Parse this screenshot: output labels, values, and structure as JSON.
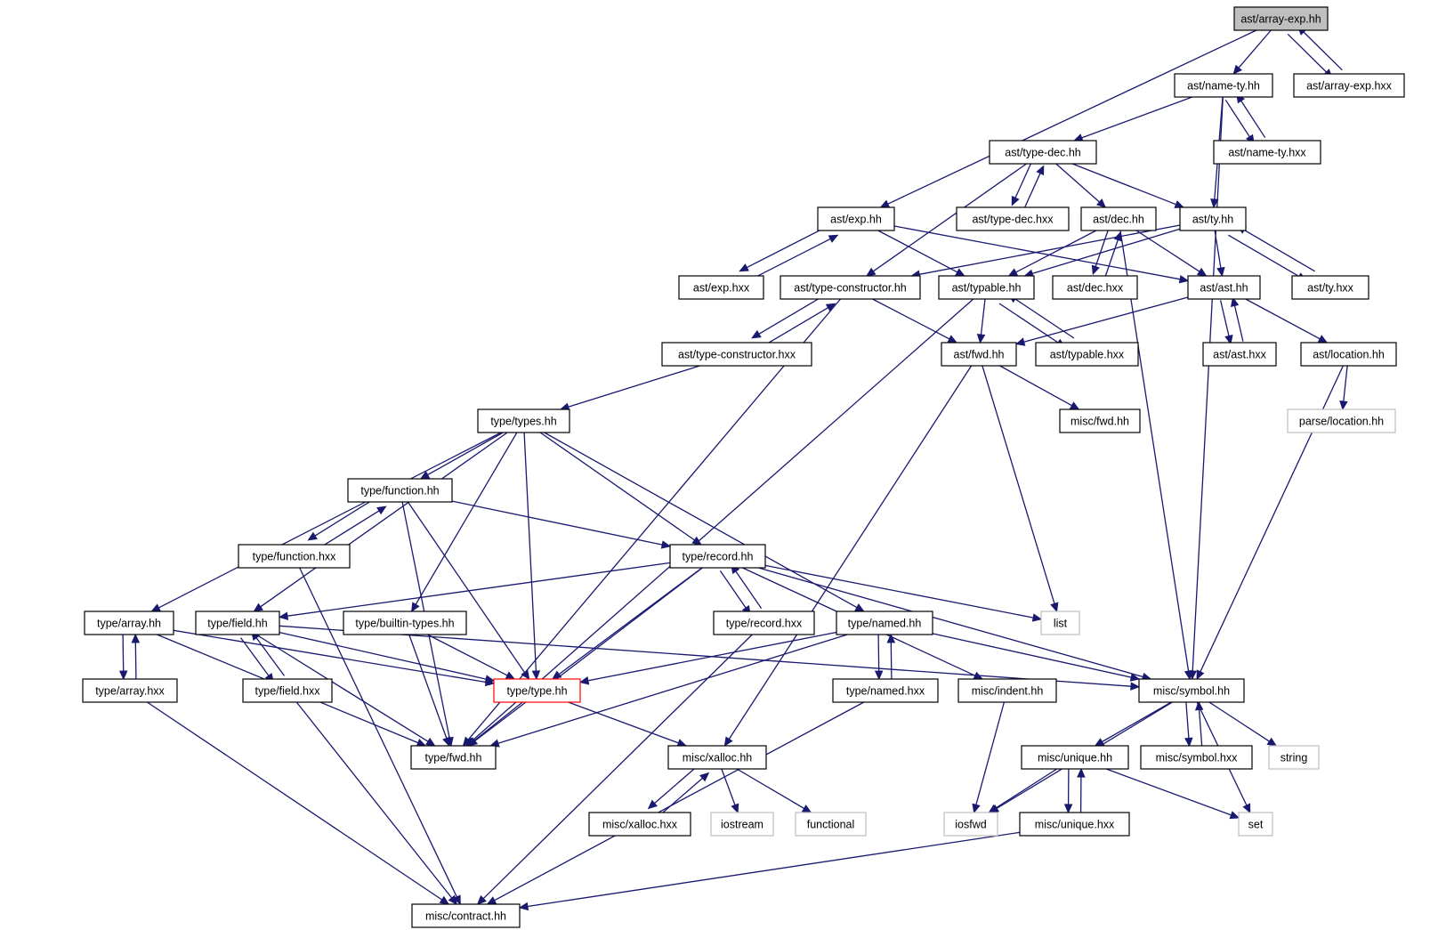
{
  "nodes": [
    {
      "id": "array_exp_hh",
      "label": "ast/array-exp.hh",
      "kind": "root"
    },
    {
      "id": "name_ty_hh",
      "label": "ast/name-ty.hh"
    },
    {
      "id": "array_exp_hxx",
      "label": "ast/array-exp.hxx"
    },
    {
      "id": "type_dec_hh",
      "label": "ast/type-dec.hh"
    },
    {
      "id": "name_ty_hxx",
      "label": "ast/name-ty.hxx"
    },
    {
      "id": "exp_hh",
      "label": "ast/exp.hh"
    },
    {
      "id": "type_dec_hxx",
      "label": "ast/type-dec.hxx"
    },
    {
      "id": "dec_hh",
      "label": "ast/dec.hh"
    },
    {
      "id": "ty_hh",
      "label": "ast/ty.hh"
    },
    {
      "id": "exp_hxx",
      "label": "ast/exp.hxx"
    },
    {
      "id": "type_constructor_hh",
      "label": "ast/type-constructor.hh"
    },
    {
      "id": "typable_hh",
      "label": "ast/typable.hh"
    },
    {
      "id": "dec_hxx",
      "label": "ast/dec.hxx"
    },
    {
      "id": "ast_hh",
      "label": "ast/ast.hh"
    },
    {
      "id": "ty_hxx",
      "label": "ast/ty.hxx"
    },
    {
      "id": "type_constructor_hxx",
      "label": "ast/type-constructor.hxx"
    },
    {
      "id": "ast_fwd_hh",
      "label": "ast/fwd.hh"
    },
    {
      "id": "typable_hxx",
      "label": "ast/typable.hxx"
    },
    {
      "id": "ast_hxx",
      "label": "ast/ast.hxx"
    },
    {
      "id": "location_hh",
      "label": "ast/location.hh"
    },
    {
      "id": "types_hh",
      "label": "type/types.hh"
    },
    {
      "id": "misc_fwd_hh",
      "label": "misc/fwd.hh"
    },
    {
      "id": "parse_location_hh",
      "label": "parse/location.hh",
      "kind": "external"
    },
    {
      "id": "function_hh",
      "label": "type/function.hh"
    },
    {
      "id": "function_hxx",
      "label": "type/function.hxx"
    },
    {
      "id": "record_hh",
      "label": "type/record.hh"
    },
    {
      "id": "array_hh",
      "label": "type/array.hh"
    },
    {
      "id": "field_hh",
      "label": "type/field.hh"
    },
    {
      "id": "builtin_types_hh",
      "label": "type/builtin-types.hh"
    },
    {
      "id": "record_hxx",
      "label": "type/record.hxx"
    },
    {
      "id": "named_hh",
      "label": "type/named.hh"
    },
    {
      "id": "list",
      "label": "list",
      "kind": "external"
    },
    {
      "id": "array_hxx",
      "label": "type/array.hxx"
    },
    {
      "id": "field_hxx",
      "label": "type/field.hxx"
    },
    {
      "id": "type_hh",
      "label": "type/type.hh",
      "kind": "highlight"
    },
    {
      "id": "named_hxx",
      "label": "type/named.hxx"
    },
    {
      "id": "indent_hh",
      "label": "misc/indent.hh"
    },
    {
      "id": "symbol_hh",
      "label": "misc/symbol.hh"
    },
    {
      "id": "type_fwd_hh",
      "label": "type/fwd.hh"
    },
    {
      "id": "xalloc_hh",
      "label": "misc/xalloc.hh"
    },
    {
      "id": "unique_hh",
      "label": "misc/unique.hh"
    },
    {
      "id": "symbol_hxx",
      "label": "misc/symbol.hxx"
    },
    {
      "id": "string",
      "label": "string",
      "kind": "external"
    },
    {
      "id": "xalloc_hxx",
      "label": "misc/xalloc.hxx"
    },
    {
      "id": "iostream",
      "label": "iostream",
      "kind": "external"
    },
    {
      "id": "functional",
      "label": "functional",
      "kind": "external"
    },
    {
      "id": "iosfwd",
      "label": "iosfwd",
      "kind": "external"
    },
    {
      "id": "unique_hxx",
      "label": "misc/unique.hxx"
    },
    {
      "id": "set",
      "label": "set",
      "kind": "external"
    },
    {
      "id": "contract_hh",
      "label": "misc/contract.hh"
    }
  ],
  "edges": [
    [
      "array_exp_hh",
      "name_ty_hh"
    ],
    [
      "array_exp_hh",
      "array_exp_hxx"
    ],
    [
      "array_exp_hxx",
      "array_exp_hh"
    ],
    [
      "array_exp_hh",
      "exp_hh"
    ],
    [
      "name_ty_hh",
      "type_dec_hh"
    ],
    [
      "name_ty_hh",
      "name_ty_hxx"
    ],
    [
      "name_ty_hxx",
      "name_ty_hh"
    ],
    [
      "name_ty_hh",
      "ty_hh"
    ],
    [
      "name_ty_hh",
      "symbol_hh"
    ],
    [
      "type_dec_hh",
      "type_dec_hxx"
    ],
    [
      "type_dec_hxx",
      "type_dec_hh"
    ],
    [
      "type_dec_hh",
      "dec_hh"
    ],
    [
      "type_dec_hh",
      "ty_hh"
    ],
    [
      "type_dec_hh",
      "type_constructor_hh"
    ],
    [
      "exp_hh",
      "exp_hxx"
    ],
    [
      "exp_hxx",
      "exp_hh"
    ],
    [
      "exp_hh",
      "typable_hh"
    ],
    [
      "exp_hh",
      "ast_hh"
    ],
    [
      "dec_hh",
      "dec_hxx"
    ],
    [
      "dec_hxx",
      "dec_hh"
    ],
    [
      "dec_hh",
      "typable_hh"
    ],
    [
      "dec_hh",
      "ast_hh"
    ],
    [
      "dec_hh",
      "symbol_hh"
    ],
    [
      "ty_hh",
      "ty_hxx"
    ],
    [
      "ty_hxx",
      "ty_hh"
    ],
    [
      "ty_hh",
      "ast_hh"
    ],
    [
      "ty_hh",
      "typable_hh"
    ],
    [
      "ty_hh",
      "type_constructor_hh"
    ],
    [
      "type_constructor_hh",
      "type_constructor_hxx"
    ],
    [
      "type_constructor_hxx",
      "type_constructor_hh"
    ],
    [
      "type_constructor_hh",
      "ast_fwd_hh"
    ],
    [
      "type_constructor_hh",
      "type_fwd_hh"
    ],
    [
      "typable_hh",
      "typable_hxx"
    ],
    [
      "typable_hxx",
      "typable_hh"
    ],
    [
      "typable_hh",
      "ast_fwd_hh"
    ],
    [
      "typable_hh",
      "type_fwd_hh"
    ],
    [
      "ast_hh",
      "ast_hxx"
    ],
    [
      "ast_hxx",
      "ast_hh"
    ],
    [
      "ast_hh",
      "location_hh"
    ],
    [
      "ast_hh",
      "ast_fwd_hh"
    ],
    [
      "location_hh",
      "parse_location_hh"
    ],
    [
      "location_hh",
      "symbol_hh"
    ],
    [
      "type_constructor_hxx",
      "types_hh"
    ],
    [
      "ast_fwd_hh",
      "misc_fwd_hh"
    ],
    [
      "ast_fwd_hh",
      "list"
    ],
    [
      "ast_fwd_hh",
      "xalloc_hh"
    ],
    [
      "types_hh",
      "function_hh"
    ],
    [
      "types_hh",
      "record_hh"
    ],
    [
      "types_hh",
      "array_hh"
    ],
    [
      "types_hh",
      "field_hh"
    ],
    [
      "types_hh",
      "builtin_types_hh"
    ],
    [
      "types_hh",
      "type_hh"
    ],
    [
      "types_hh",
      "named_hh"
    ],
    [
      "function_hh",
      "function_hxx"
    ],
    [
      "function_hxx",
      "function_hh"
    ],
    [
      "function_hh",
      "record_hh"
    ],
    [
      "function_hh",
      "type_hh"
    ],
    [
      "function_hh",
      "type_fwd_hh"
    ],
    [
      "function_hxx",
      "contract_hh"
    ],
    [
      "record_hh",
      "record_hxx"
    ],
    [
      "record_hxx",
      "record_hh"
    ],
    [
      "record_hh",
      "field_hh"
    ],
    [
      "record_hh",
      "type_hh"
    ],
    [
      "record_hh",
      "type_fwd_hh"
    ],
    [
      "record_hh",
      "list"
    ],
    [
      "record_hh",
      "indent_hh"
    ],
    [
      "record_hh",
      "symbol_hh"
    ],
    [
      "record_hxx",
      "contract_hh"
    ],
    [
      "array_hh",
      "array_hxx"
    ],
    [
      "array_hxx",
      "array_hh"
    ],
    [
      "array_hh",
      "type_hh"
    ],
    [
      "array_hh",
      "type_fwd_hh"
    ],
    [
      "array_hxx",
      "contract_hh"
    ],
    [
      "field_hh",
      "field_hxx"
    ],
    [
      "field_hxx",
      "field_hh"
    ],
    [
      "field_hh",
      "type_hh"
    ],
    [
      "field_hh",
      "type_fwd_hh"
    ],
    [
      "field_hh",
      "symbol_hh"
    ],
    [
      "field_hxx",
      "contract_hh"
    ],
    [
      "builtin_types_hh",
      "type_hh"
    ],
    [
      "builtin_types_hh",
      "type_fwd_hh"
    ],
    [
      "named_hh",
      "named_hxx"
    ],
    [
      "named_hxx",
      "named_hh"
    ],
    [
      "named_hh",
      "type_hh"
    ],
    [
      "named_hh",
      "type_fwd_hh"
    ],
    [
      "named_hh",
      "symbol_hh"
    ],
    [
      "named_hxx",
      "contract_hh"
    ],
    [
      "type_hh",
      "type_fwd_hh"
    ],
    [
      "type_hh",
      "xalloc_hh"
    ],
    [
      "indent_hh",
      "iosfwd"
    ],
    [
      "symbol_hh",
      "unique_hh"
    ],
    [
      "symbol_hh",
      "symbol_hxx"
    ],
    [
      "symbol_hxx",
      "symbol_hh"
    ],
    [
      "symbol_hh",
      "string"
    ],
    [
      "symbol_hh",
      "set"
    ],
    [
      "symbol_hh",
      "iosfwd"
    ],
    [
      "xalloc_hh",
      "xalloc_hxx"
    ],
    [
      "xalloc_hxx",
      "xalloc_hh"
    ],
    [
      "xalloc_hh",
      "iostream"
    ],
    [
      "xalloc_hh",
      "functional"
    ],
    [
      "unique_hh",
      "unique_hxx"
    ],
    [
      "unique_hxx",
      "unique_hh"
    ],
    [
      "unique_hh",
      "iosfwd"
    ],
    [
      "unique_hh",
      "set"
    ],
    [
      "unique_hxx",
      "contract_hh"
    ]
  ],
  "colors": {
    "edge": "#191970",
    "node_border": "#000000",
    "root_fill": "#bfbfbf",
    "highlight_border": "#ff0000",
    "external_border": "#bfbfbf"
  }
}
